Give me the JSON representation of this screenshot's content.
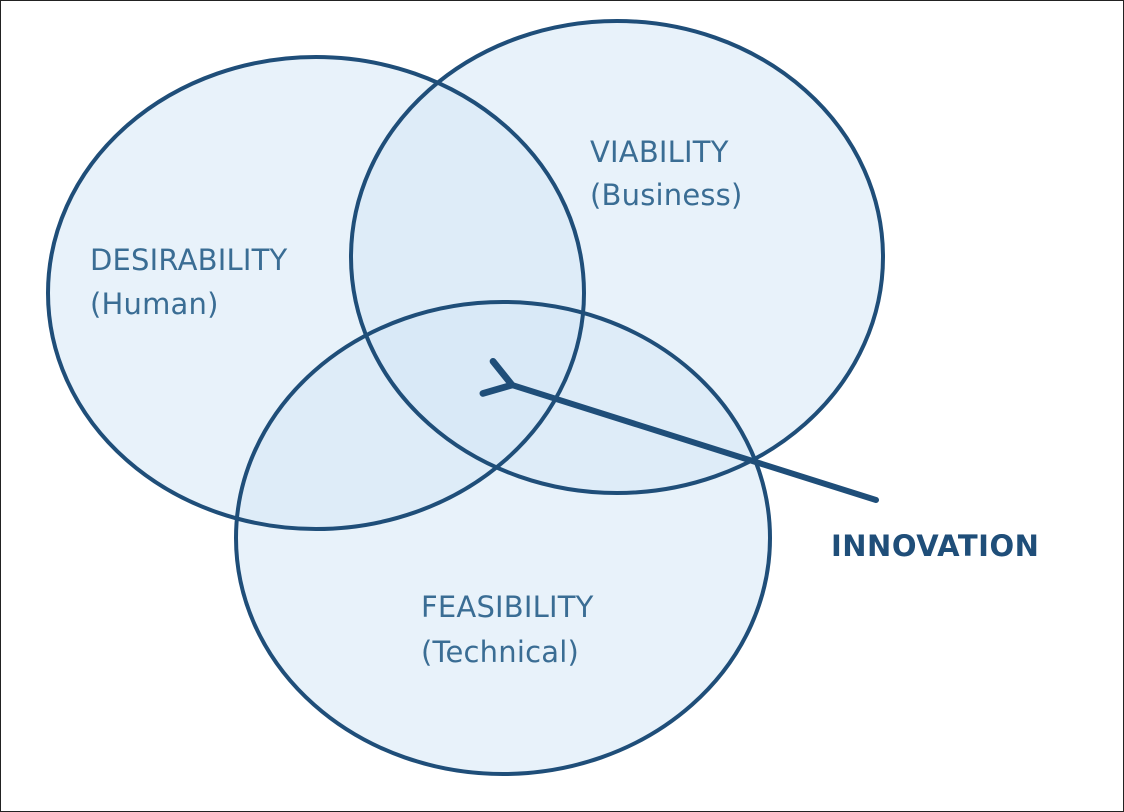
{
  "diagram": {
    "sets": [
      {
        "id": "desirability",
        "title": "DESIRABILITY",
        "subtitle": "(Human)"
      },
      {
        "id": "viability",
        "title": "VIABILITY",
        "subtitle": "(Business)"
      },
      {
        "id": "feasibility",
        "title": "FEASIBILITY",
        "subtitle": "(Technical)"
      }
    ],
    "intersection_label": "INNOVATION",
    "colors": {
      "stroke": "#1f4e79",
      "fill": "#d6e8f5",
      "label_text": "#3a6d94",
      "center_text": "#1f4e79",
      "arrow": "#1f4e79"
    }
  }
}
